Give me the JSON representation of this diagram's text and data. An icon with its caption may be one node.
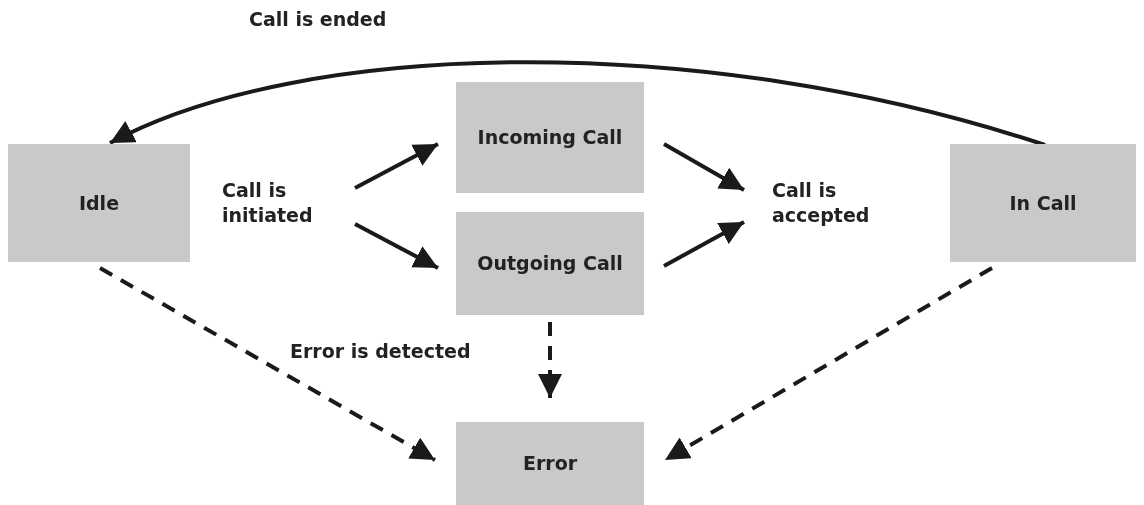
{
  "diagram": {
    "nodes": [
      {
        "text": [
          "Idle"
        ]
      },
      {
        "text": [
          "Call is initiated"
        ]
      },
      {
        "text": [
          "Incoming Call"
        ]
      },
      {
        "text": [
          "Outgoing Call"
        ]
      },
      {
        "text": [
          "Call is accepted"
        ]
      },
      {
        "text": [
          "In Call"
        ]
      },
      {
        "text": [
          "Error"
        ]
      }
    ],
    "edges": [
      {
        "from": 5,
        "to": 0,
        "arrow": "to",
        "label": "Call is ended"
      },
      {
        "from": 1,
        "to": 2,
        "arrow": "to"
      },
      {
        "from": 1,
        "to": 3,
        "arrow": "to"
      },
      {
        "from": 2,
        "to": 4,
        "arrow": "to"
      },
      {
        "from": 3,
        "to": 4,
        "arrow": "to"
      },
      {
        "from": 0,
        "to": 6,
        "arrow": "to",
        "style": "dashed"
      },
      {
        "from": 3,
        "to": 6,
        "arrow": "to",
        "style": "dashed"
      },
      {
        "from": 5,
        "to": 6,
        "arrow": "to",
        "style": "dashed"
      }
    ],
    "labels": [
      "Error is detected"
    ]
  }
}
